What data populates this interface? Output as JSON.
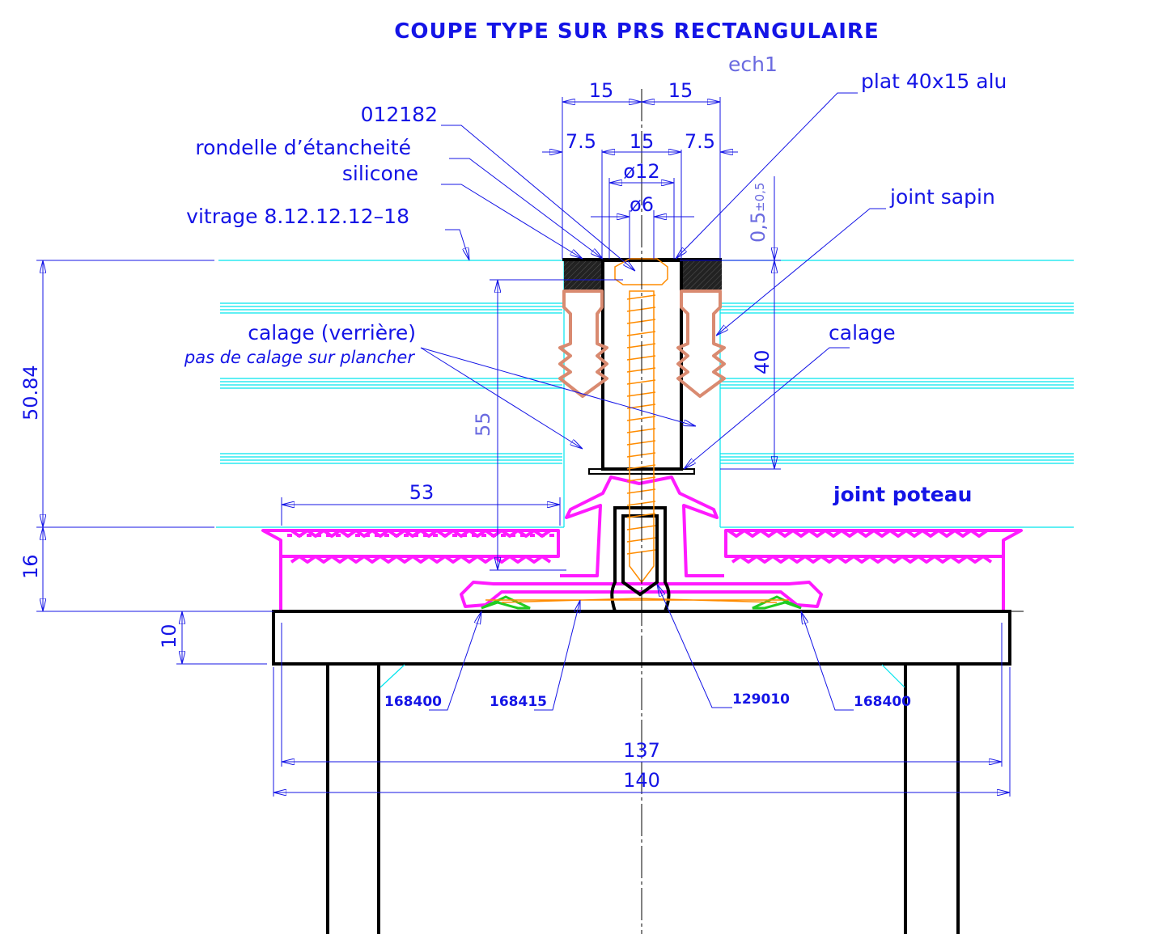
{
  "title": "COUPE TYPE SUR PRS RECTANGULAIRE",
  "scale": "ech1",
  "callouts": {
    "ref_012182": "012182",
    "rondelle": "rondelle d’étancheité",
    "silicone": "silicone",
    "vitrage": "vitrage 8.12.12.12–18",
    "plat": "plat 40x15 alu",
    "joint_sapin": "joint sapin",
    "calage_verriere": "calage (verrière)",
    "pas_de_calage": "pas de calage sur plancher",
    "calage": "calage",
    "joint_poteau": "joint poteau",
    "ref_168400_left": "168400",
    "ref_168415": "168415",
    "ref_129010": "129010",
    "ref_168400_right": "168400"
  },
  "dimensions": {
    "top_left_15": "15",
    "top_right_15": "15",
    "left_7_5": "7.5",
    "mid_15": "15",
    "right_7_5": "7.5",
    "dia_12": "ø12",
    "dia_6": "ø6",
    "tolerance": "0,5",
    "tolerance_sup": "±0,5",
    "height_55": "55",
    "height_40": "40",
    "height_50_84": "50.84",
    "height_16": "16",
    "height_10": "10",
    "width_53": "53",
    "width_137": "137",
    "width_140": "140"
  },
  "colors": {
    "annotation": "#1414e6",
    "glass": "#00e5ee",
    "profile": "#ff1aff",
    "screw": "#ff8c00",
    "gasket": "#d98a70",
    "seal": "#22cc22"
  }
}
